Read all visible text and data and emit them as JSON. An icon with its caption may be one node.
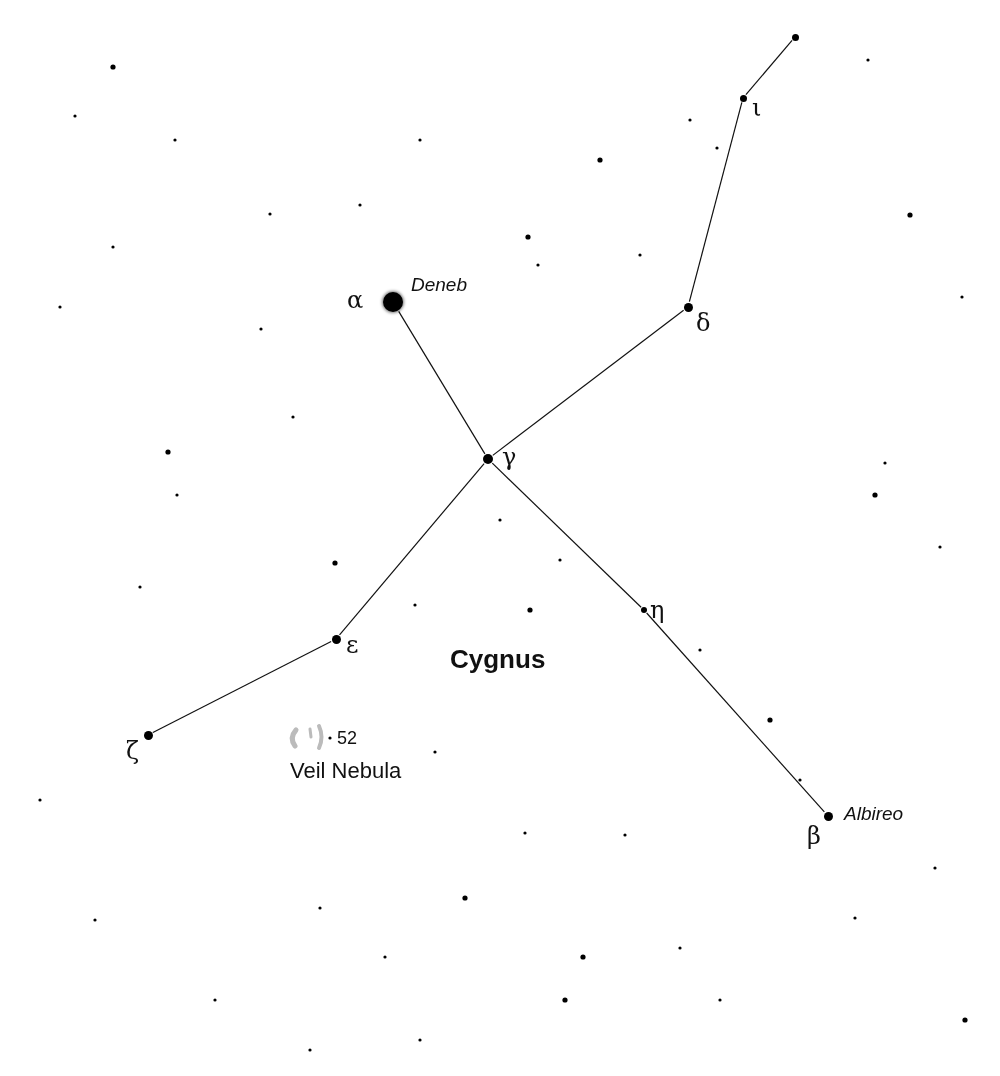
{
  "diagram": {
    "nodes": [
      {
        "text": [],
        "shape": "circle"
      },
      {
        "text": [
          "ι"
        ]
      },
      {
        "text": [
          "δ"
        ]
      },
      {
        "text": [
          "α"
        ],
        "beside": [
          "Deneb"
        ]
      },
      {
        "text": [
          "γ"
        ]
      },
      {
        "text": [
          "η"
        ]
      },
      {
        "text": [
          "ε"
        ]
      },
      {
        "text": [
          "ζ"
        ]
      },
      {
        "text": [
          "β"
        ],
        "beside": [
          "Albireo"
        ]
      }
    ],
    "edges": [
      {
        "from": 0,
        "to": 1,
        "arrow": "none"
      },
      {
        "from": 1,
        "to": 2,
        "arrow": "none"
      },
      {
        "from": 2,
        "to": 4,
        "arrow": "none"
      },
      {
        "from": 3,
        "to": 4,
        "arrow": "none"
      },
      {
        "from": 4,
        "to": 5,
        "arrow": "none"
      },
      {
        "from": 5,
        "to": 8,
        "arrow": "none"
      },
      {
        "from": 4,
        "to": 6,
        "arrow": "none"
      },
      {
        "from": 6,
        "to": 7,
        "arrow": "none"
      }
    ],
    "labels": [
      "Cygnus",
      "52",
      "Veil Nebula"
    ]
  }
}
